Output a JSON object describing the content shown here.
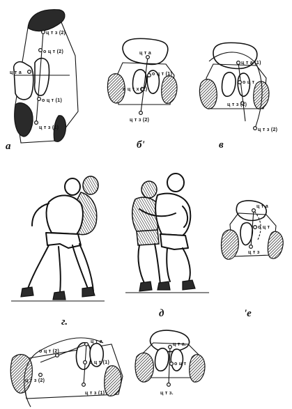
{
  "labels": {
    "cts": "ц т з",
    "cts1": "ц т з (1)",
    "cts2": "ц т з (2)",
    "cot": "о ц т",
    "cot1": "о ц т (1)",
    "cot2": "о ц т (2)",
    "cot_x2": "о ц т х (2)",
    "cta": "ц т а",
    "cta1": "ц т а (1)",
    "cts_dot": "ц т з.",
    "cta_dot": "ц т а."
  },
  "panel_letters": {
    "a": "а",
    "b": "б'",
    "v": "в",
    "g": "г.",
    "d": "д",
    "e": "'е"
  }
}
